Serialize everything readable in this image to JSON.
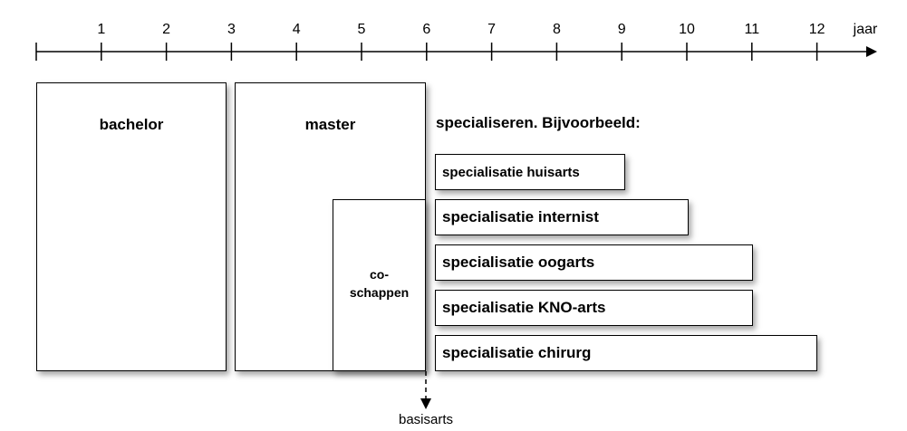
{
  "timeline": {
    "unit_label": "jaar",
    "ticks": [
      "1",
      "2",
      "3",
      "4",
      "5",
      "6",
      "7",
      "8",
      "9",
      "10",
      "11",
      "12"
    ]
  },
  "phases": {
    "bachelor": "bachelor",
    "master": "master",
    "coschappen_line1": "co-",
    "coschappen_line2": "schappen"
  },
  "specialisations": {
    "heading": "specialiseren. Bijvoorbeeld:",
    "items": [
      {
        "label": "specialisatie huisarts",
        "end_year": 9
      },
      {
        "label": "specialisatie internist",
        "end_year": 10
      },
      {
        "label": "specialisatie oogarts",
        "end_year": 11
      },
      {
        "label": "specialisatie KNO-arts",
        "end_year": 11
      },
      {
        "label": "specialisatie chirurg",
        "end_year": 12
      }
    ]
  },
  "milestone": {
    "label": "basisarts",
    "year": 6
  }
}
